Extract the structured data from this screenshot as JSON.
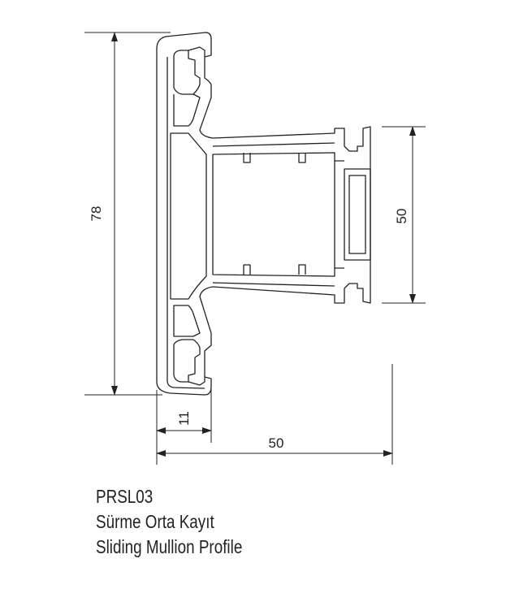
{
  "dimensions": {
    "height": "78",
    "depth": "50",
    "width": "50",
    "flange": "11"
  },
  "caption": {
    "code": "PRSL03",
    "name_tr": "Sürme Orta Kayıt",
    "name_en": "Sliding Mullion Profile"
  },
  "colors": {
    "line": "#222222",
    "background": "#ffffff"
  }
}
